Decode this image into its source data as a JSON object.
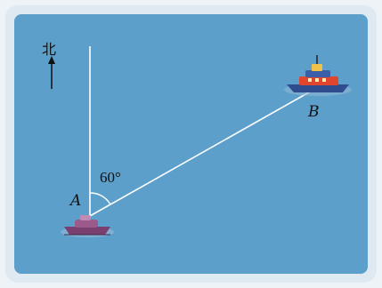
{
  "diagram": {
    "north_label": "北",
    "angle_label": "60°",
    "point_a_label": "A",
    "point_b_label": "B",
    "colors": {
      "sea": "#5d9fcb",
      "frame": "#e9f0f6",
      "line": "#ffffff",
      "arc": "#f8f8f8",
      "ship_a_hull": "#8a4a7a",
      "ship_b_hull": "#e0462e",
      "ship_b_cabin": "#2f4c8f"
    },
    "icons": [
      "north-arrow-icon",
      "ship-a-icon",
      "ship-b-icon"
    ]
  }
}
